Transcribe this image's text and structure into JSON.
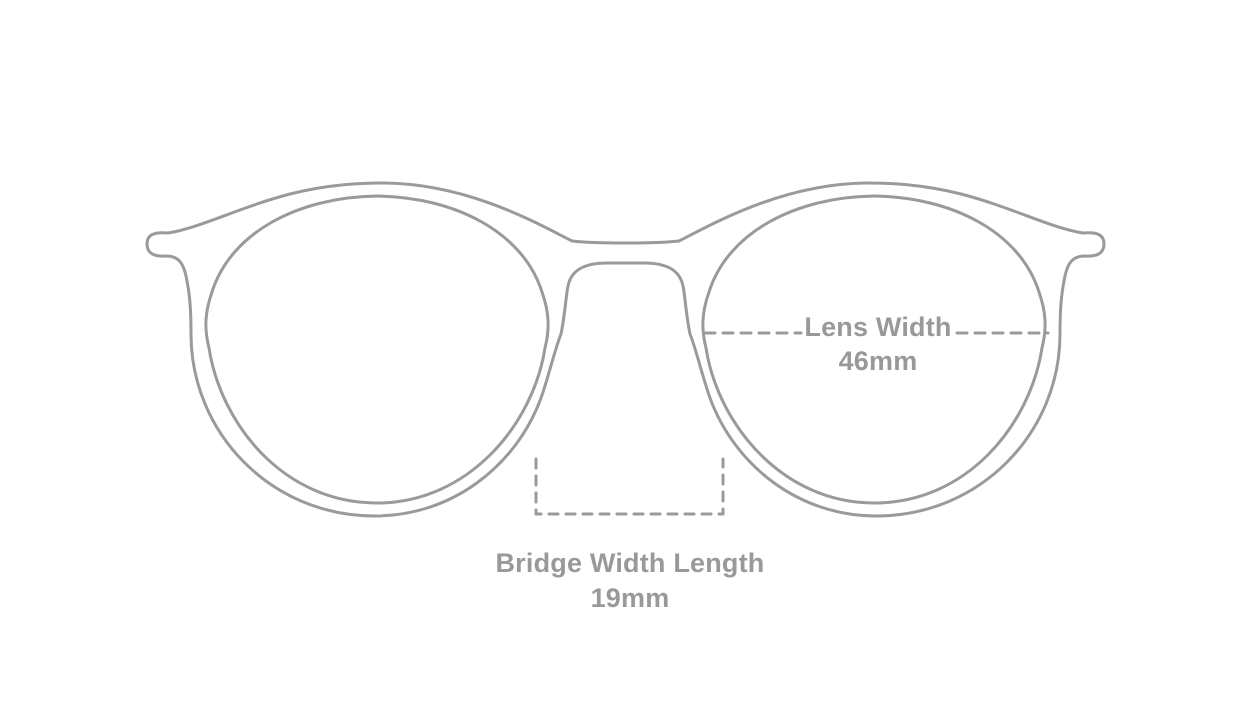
{
  "page": {
    "background_color": "#ffffff"
  },
  "diagram": {
    "subject": "eyeglasses-front-view-outline",
    "stroke_color": "#9a9a9a",
    "text_color": "#999999",
    "measurements": {
      "lens_width": {
        "label": "Lens Width",
        "value": "46mm"
      },
      "bridge_width": {
        "label": "Bridge Width Length",
        "value": "19mm"
      }
    }
  }
}
